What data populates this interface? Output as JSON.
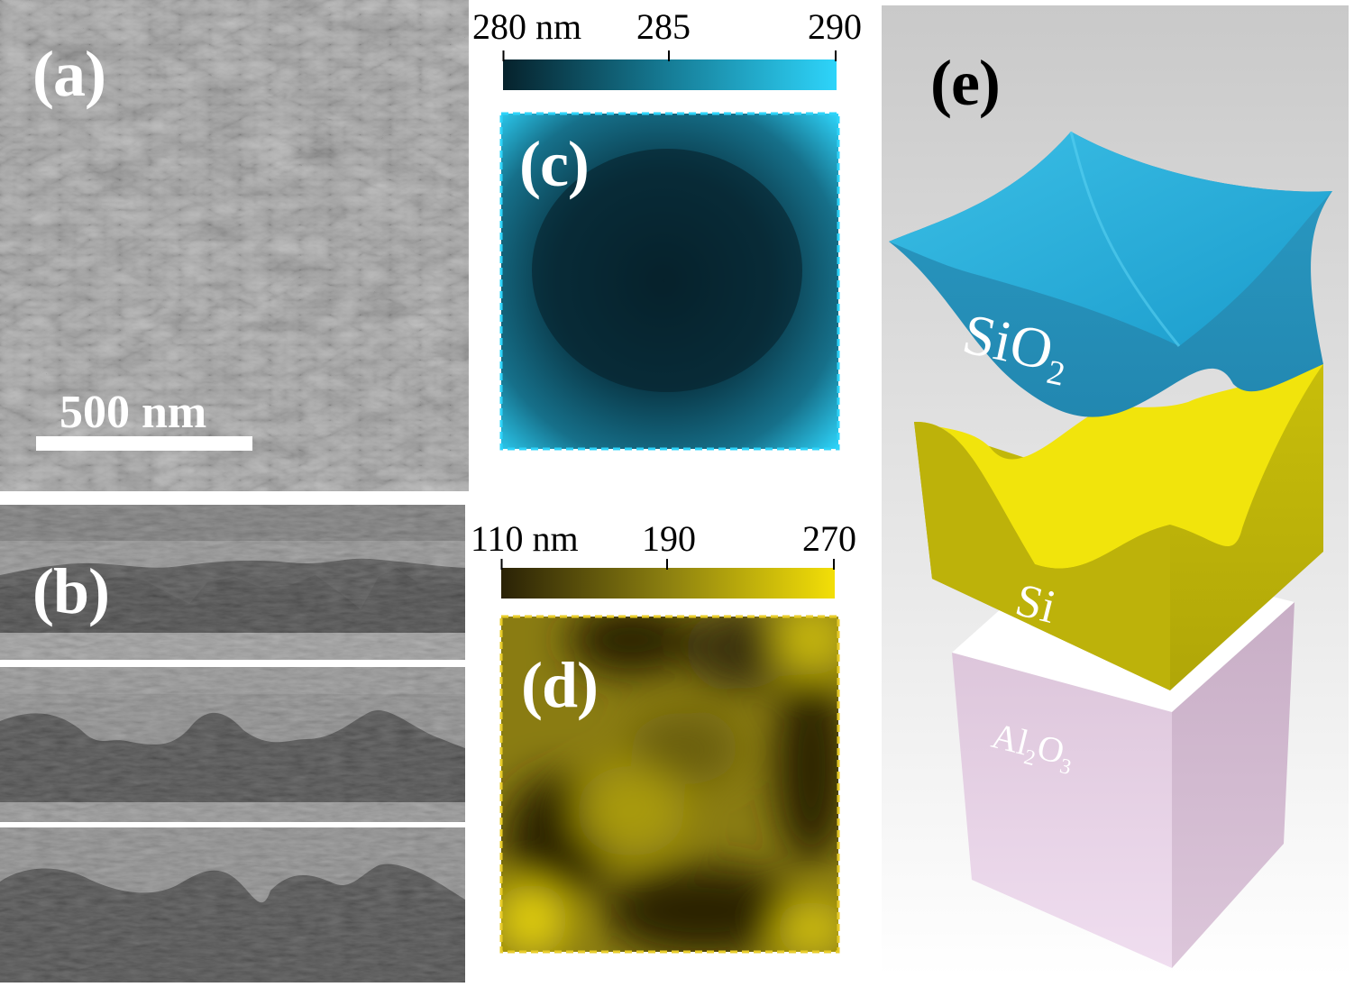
{
  "panels": {
    "a": {
      "label": "(a)",
      "scale_bar": "500 nm"
    },
    "b": {
      "label": "(b)"
    },
    "c": {
      "label": "(c)",
      "colorbar": {
        "min": "280 nm",
        "mid": "285",
        "max": "290"
      },
      "colors": {
        "low": "#06222c",
        "high": "#2ed4fa"
      }
    },
    "d": {
      "label": "(d)",
      "colorbar": {
        "min": "110 nm",
        "mid": "190",
        "max": "270"
      },
      "colors": {
        "low": "#2a2206",
        "high": "#f3df07"
      }
    },
    "e": {
      "label": "(e)",
      "layers": {
        "top": {
          "text": "SiO",
          "sub": "2",
          "color": "#27a9d4"
        },
        "middle": {
          "text": "Si",
          "color": "#dcd40c"
        },
        "bottom": {
          "text": "Al",
          "sub1": "2",
          "text2": "O",
          "sub2": "3",
          "color": "#e9d2e6"
        }
      }
    }
  }
}
